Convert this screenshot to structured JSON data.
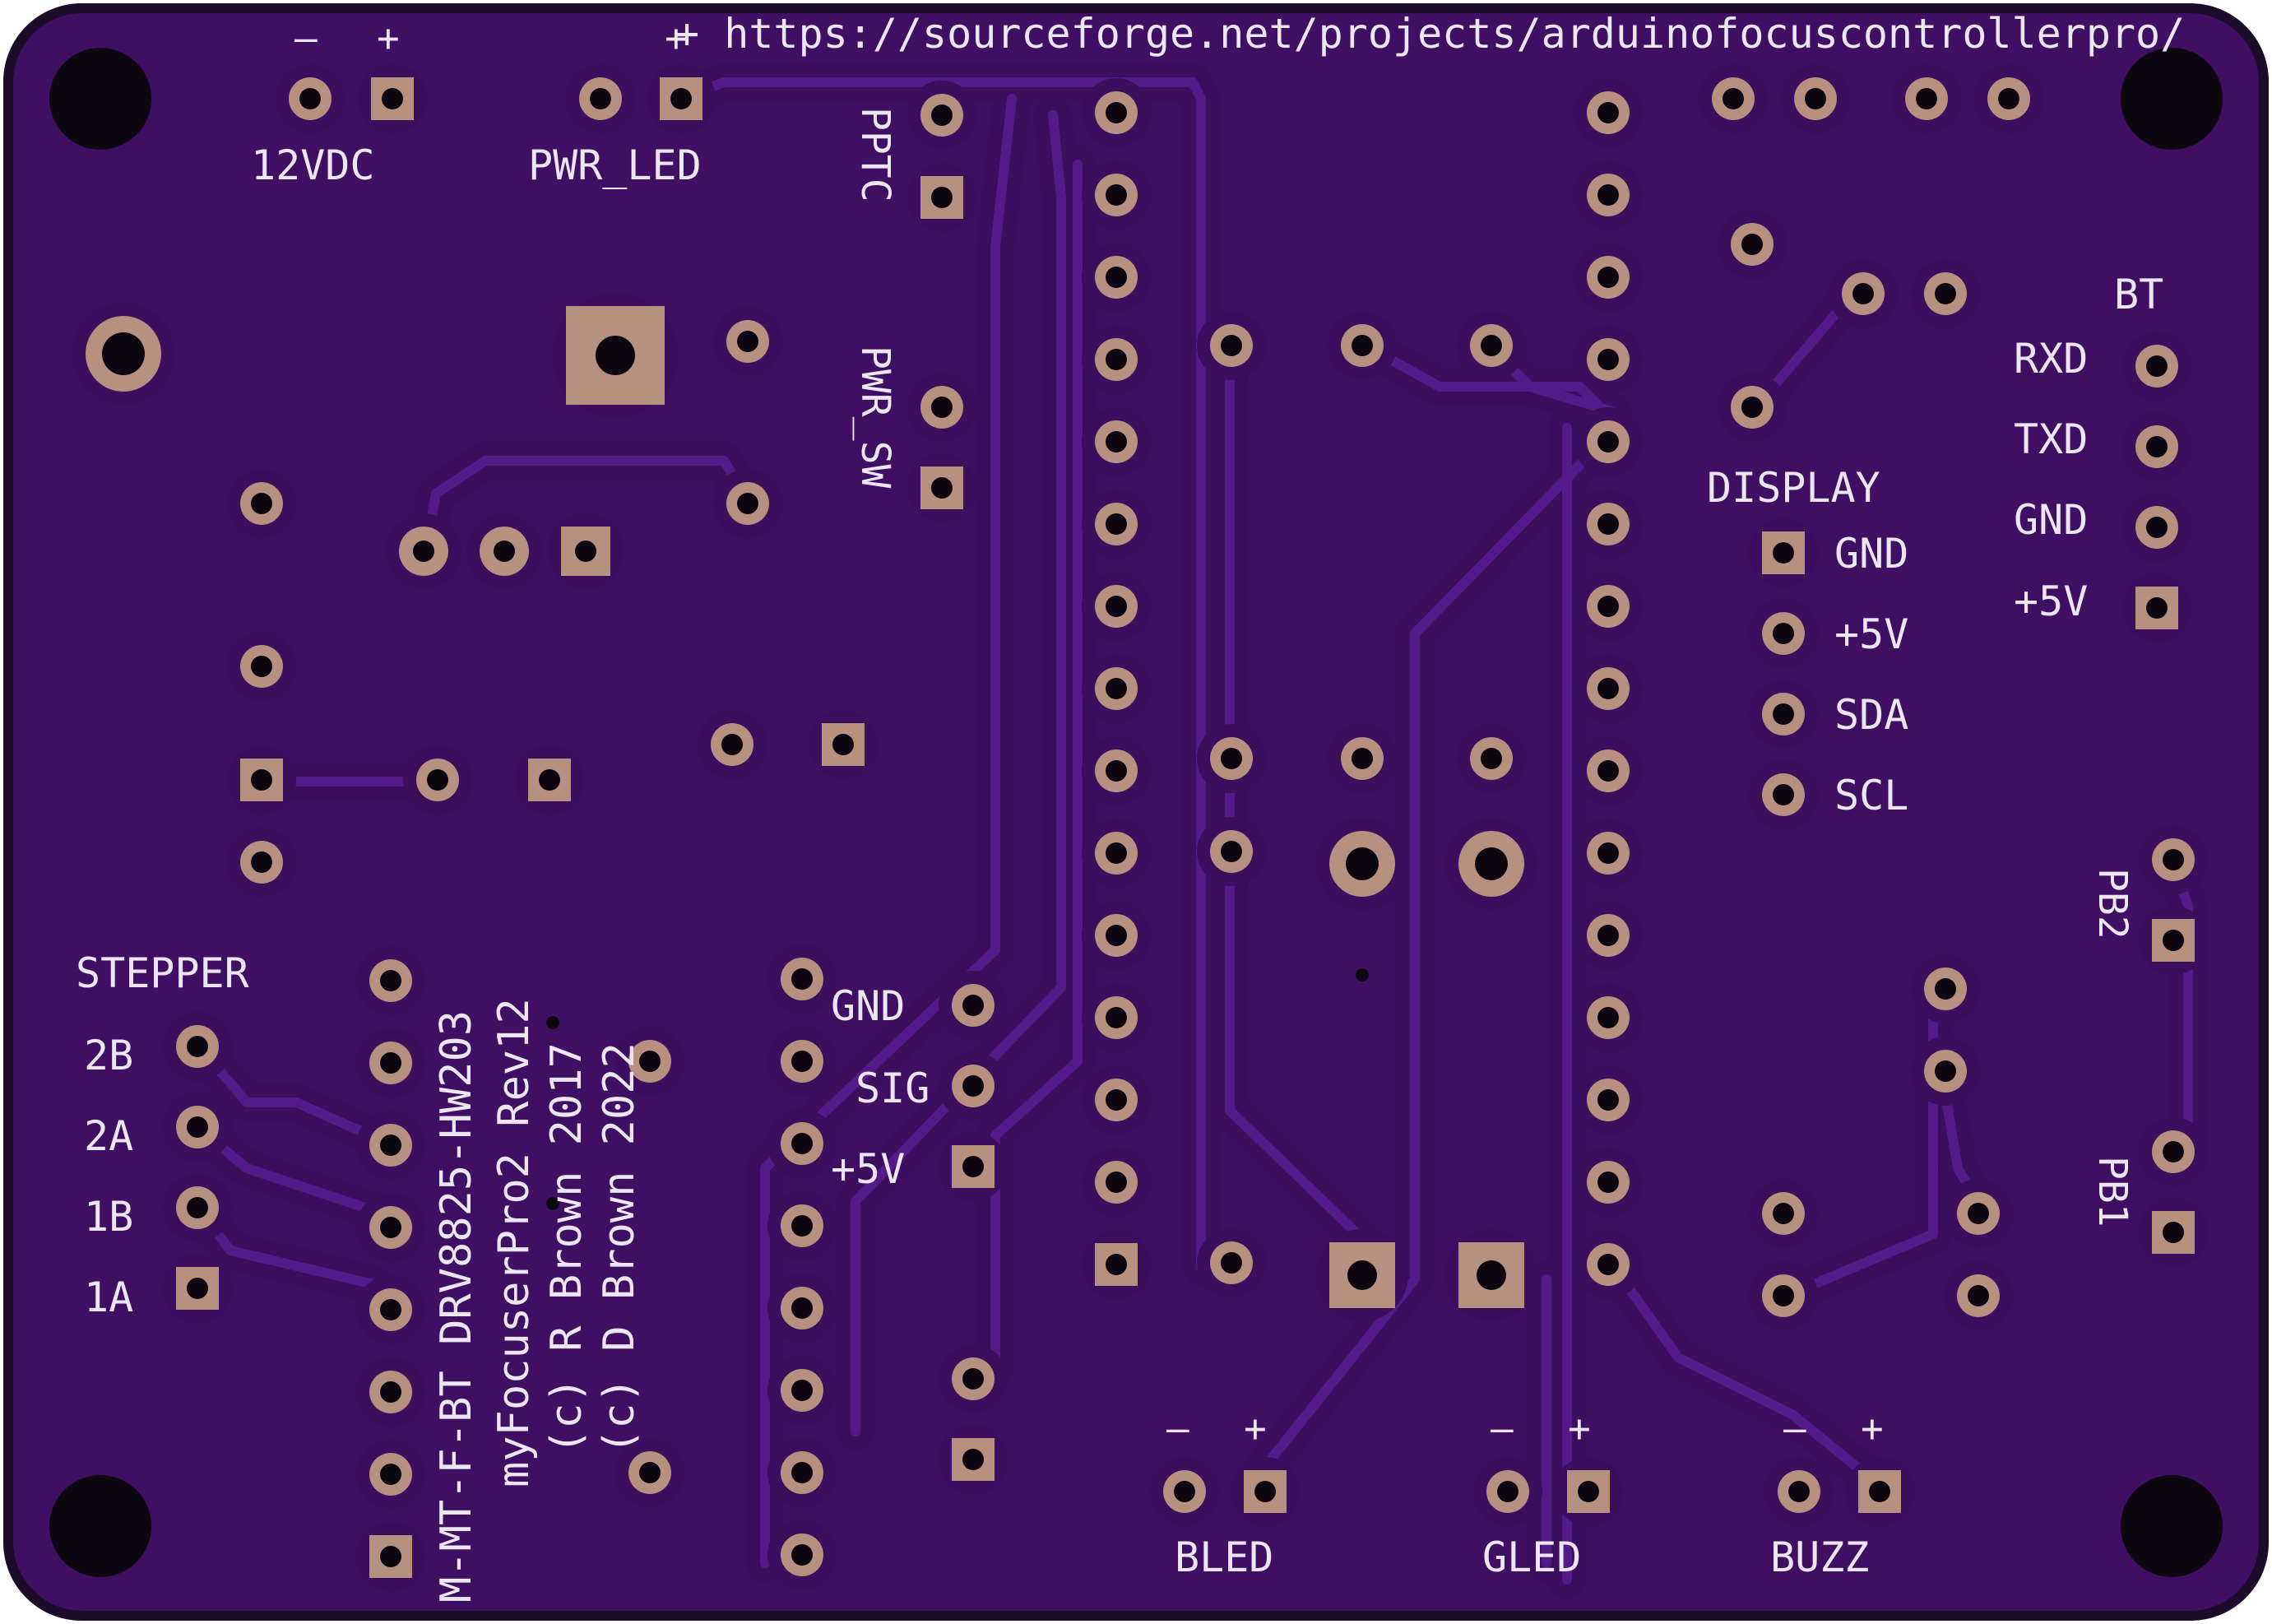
{
  "board": {
    "colors": {
      "board": "#3e0f63",
      "copper_pour": "#3b0e5e",
      "trace": "#541a8a",
      "outline": "#1c0c2a",
      "pad": "#b8907f",
      "hole": "#0d0712",
      "silkscreen": "#ece6f2"
    },
    "url": "+ https://sourceforge.net/projects/arduinofocuscontrollerpro/",
    "title_vertical": {
      "line1": "M-MT-F-BT  DRV8825-HW203",
      "line2": "myFocuserPro2 Rev12",
      "line3": "(c) R Brown 2017",
      "line4": "(c) D Brown 2022"
    },
    "power": {
      "pol_minus": "–",
      "pol_plus": "+",
      "supply_label": "12VDC",
      "led_plus": "+",
      "led_label": "PWR_LED",
      "pptc_label": "PPTC",
      "switch_label": "PWR_SW"
    },
    "stepper": {
      "title": "STEPPER",
      "pins": [
        "2B",
        "2A",
        "1B",
        "1A"
      ]
    },
    "temp_probe": {
      "pins": [
        "GND",
        "SIG",
        "+5V"
      ]
    },
    "display": {
      "title": "DISPLAY",
      "pins": [
        "GND",
        "+5V",
        "SDA",
        "SCL"
      ]
    },
    "bluetooth": {
      "title": "BT",
      "pins": [
        "RXD",
        "TXD",
        "GND",
        "+5V"
      ]
    },
    "buttons": {
      "pb2": "PB2",
      "pb1": "PB1"
    },
    "indicators": {
      "minus": "–",
      "plus": "+",
      "bled": "BLED",
      "gled": "GLED",
      "buzz": "BUZZ"
    }
  }
}
